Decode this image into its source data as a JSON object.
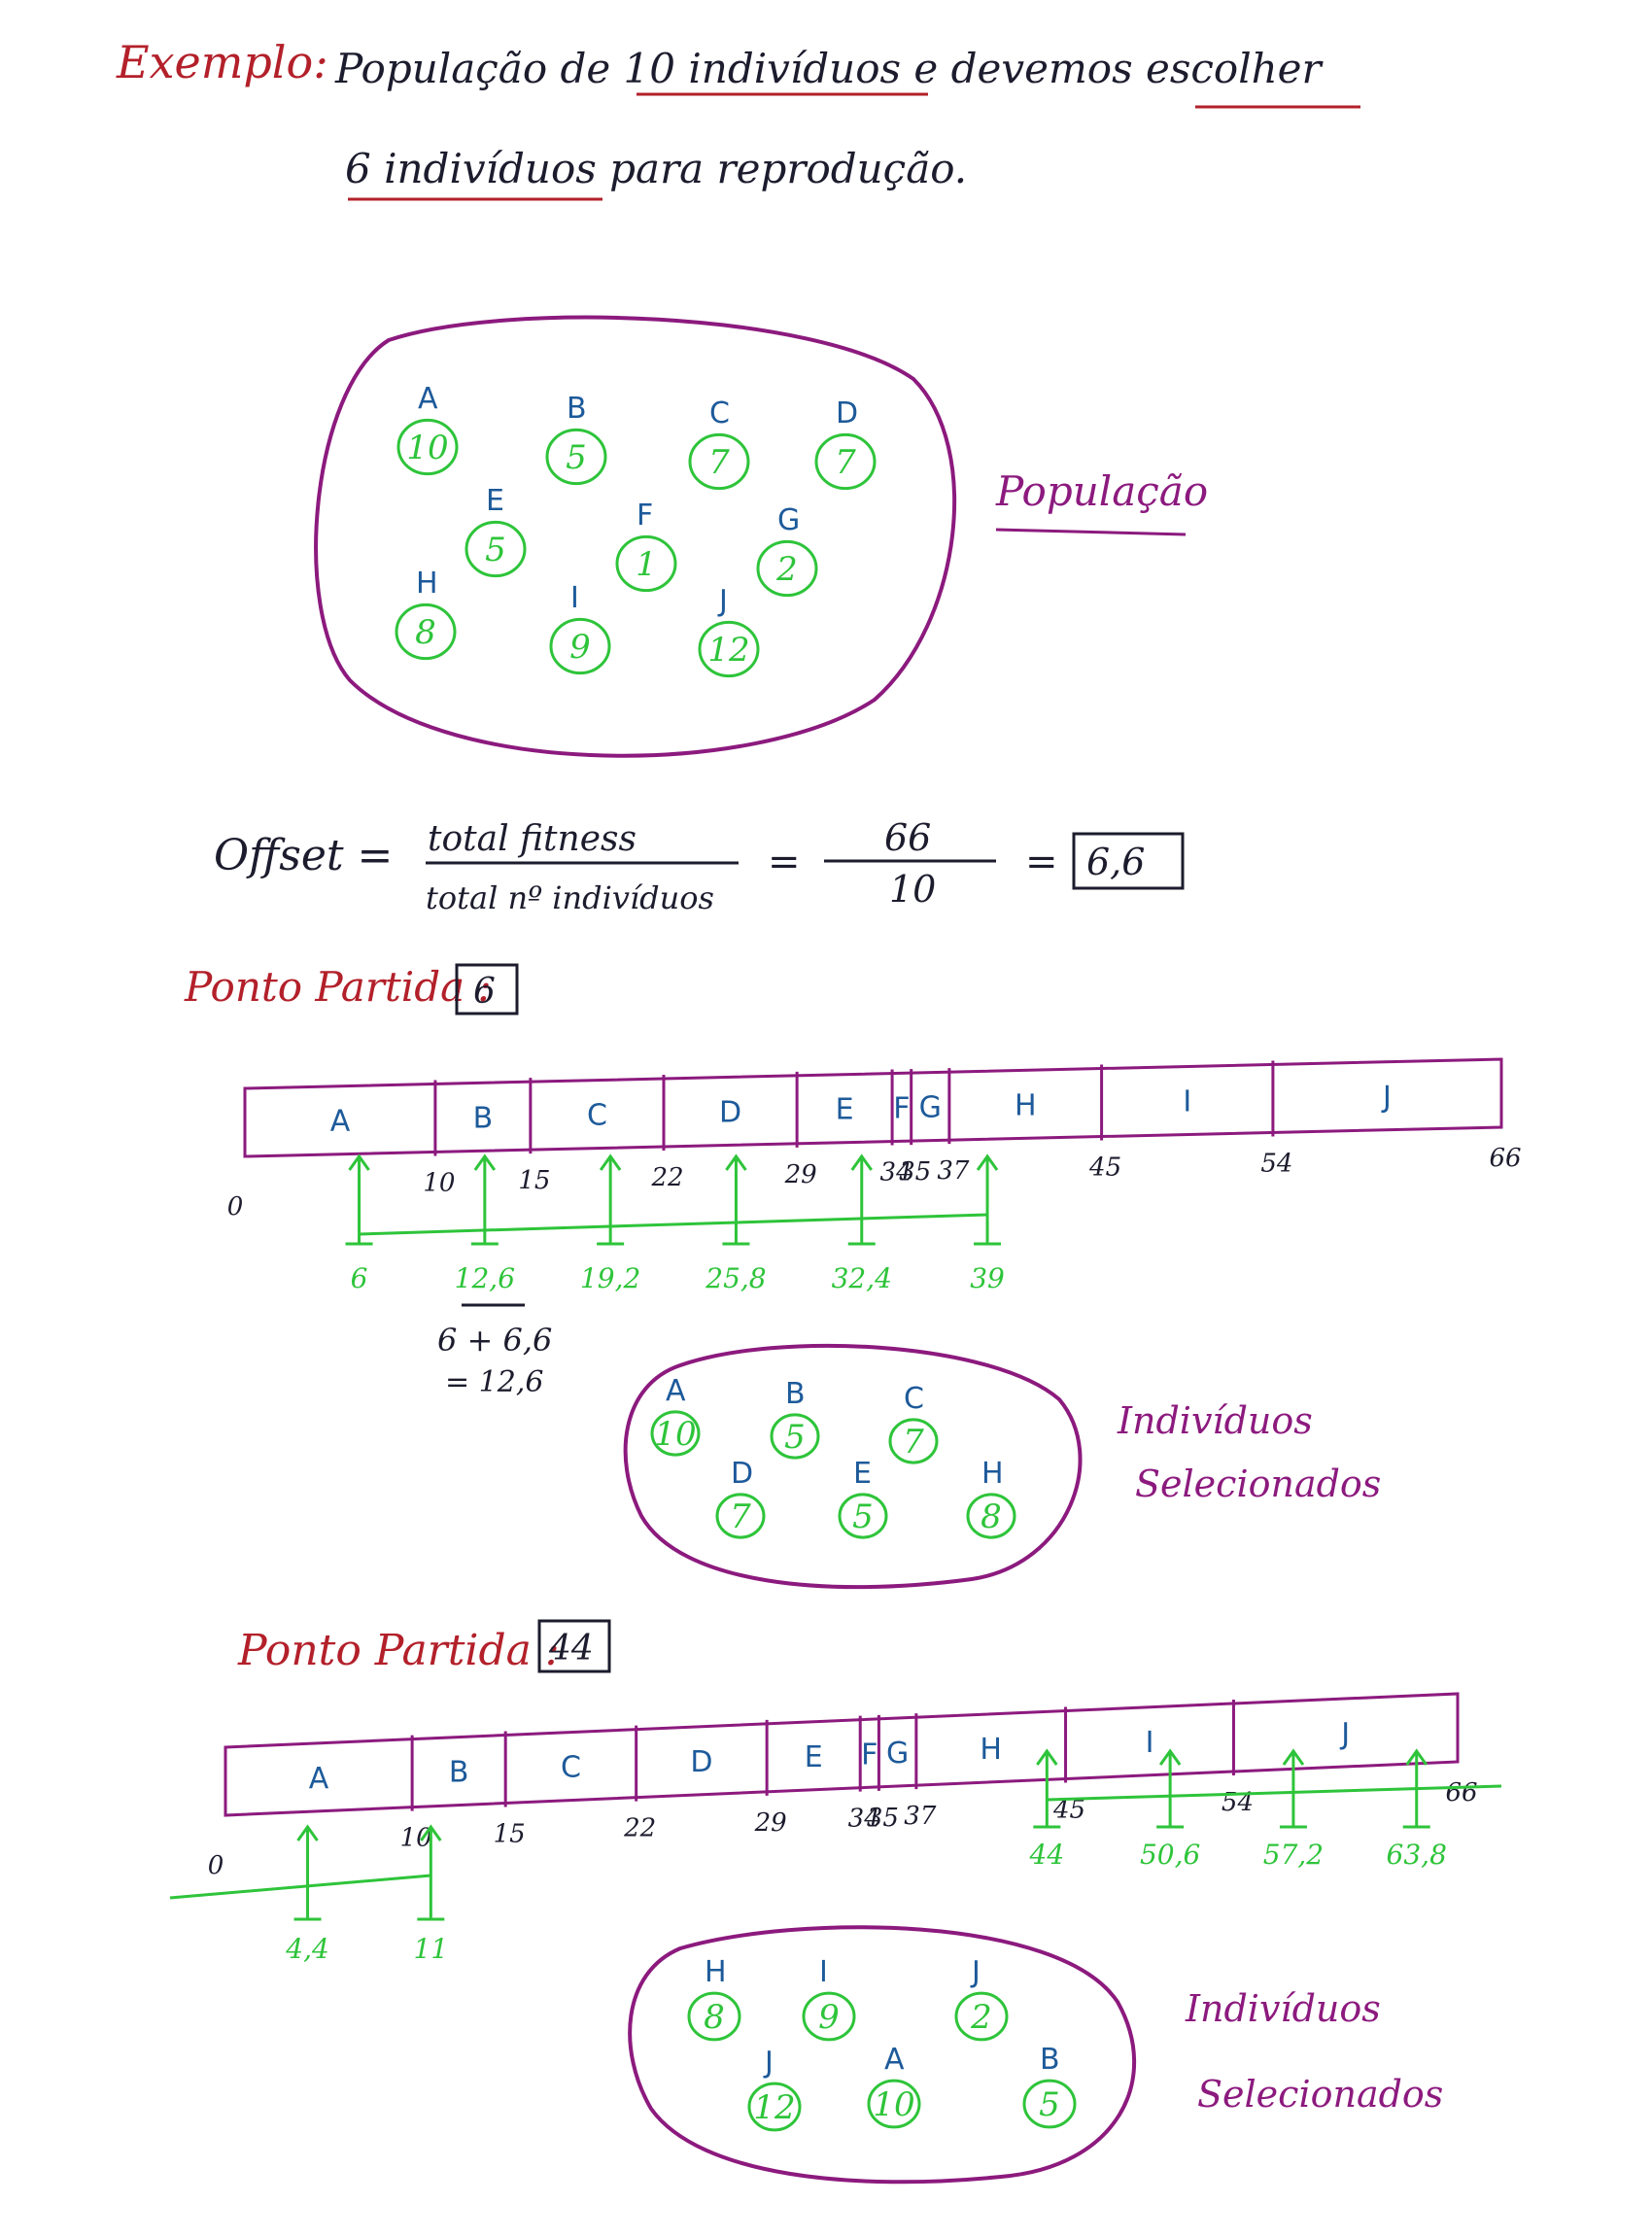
{
  "header": {
    "exemplo_label": "Exemplo:",
    "line1": "População de 10 indivíduos e devemos escolher",
    "line2": "6 indivíduos para reprodução."
  },
  "population": {
    "label": "População",
    "individuals": [
      {
        "id": "A",
        "fitness": "10"
      },
      {
        "id": "B",
        "fitness": "5"
      },
      {
        "id": "C",
        "fitness": "7"
      },
      {
        "id": "D",
        "fitness": "7"
      },
      {
        "id": "E",
        "fitness": "5"
      },
      {
        "id": "F",
        "fitness": "1"
      },
      {
        "id": "G",
        "fitness": "2"
      },
      {
        "id": "H",
        "fitness": "8"
      },
      {
        "id": "I",
        "fitness": "9"
      },
      {
        "id": "J",
        "fitness": "12"
      }
    ]
  },
  "offset": {
    "label": "Offset =",
    "numerator": "total fitness",
    "denominator": "total nº indivíduos",
    "value_num": "66",
    "value_den": "10",
    "result": "6,6"
  },
  "roulette": {
    "segments": [
      "A",
      "B",
      "C",
      "D",
      "E",
      "F",
      "G",
      "H",
      "I",
      "J"
    ],
    "boundaries": [
      "0",
      "10",
      "15",
      "22",
      "29",
      "34",
      "35",
      "37",
      "45",
      "54",
      "66"
    ]
  },
  "example1": {
    "start_label": "Ponto Partida :",
    "start_value": "6",
    "pointers": [
      "6",
      "12,6",
      "19,2",
      "25,8",
      "32,4",
      "39"
    ],
    "note_line1": "6 + 6,6",
    "note_line2": "= 12,6",
    "selected_label_1": "Indivíduos",
    "selected_label_2": "Selecionados",
    "selected": [
      {
        "id": "A",
        "fitness": "10"
      },
      {
        "id": "B",
        "fitness": "5"
      },
      {
        "id": "C",
        "fitness": "7"
      },
      {
        "id": "D",
        "fitness": "7"
      },
      {
        "id": "E",
        "fitness": "5"
      },
      {
        "id": "H",
        "fitness": "8"
      }
    ]
  },
  "example2": {
    "start_label": "Ponto Partida :",
    "start_value": "44",
    "pointers_right": [
      "44",
      "50,6",
      "57,2",
      "63,8"
    ],
    "pointers_left": [
      "4,4",
      "11"
    ],
    "selected_label_1": "Indivíduos",
    "selected_label_2": "Selecionados",
    "selected": [
      {
        "id": "H",
        "fitness": "8"
      },
      {
        "id": "I",
        "fitness": "9"
      },
      {
        "id": "J",
        "fitness": "2"
      },
      {
        "id": "J",
        "fitness": "12"
      },
      {
        "id": "A",
        "fitness": "10"
      },
      {
        "id": "B",
        "fitness": "5"
      }
    ]
  },
  "colors": {
    "red": "#b3202a",
    "ink": "#1c1c2e",
    "purple": "#8c1a7e",
    "blue": "#1d5a9a",
    "green": "#2ec43a"
  }
}
